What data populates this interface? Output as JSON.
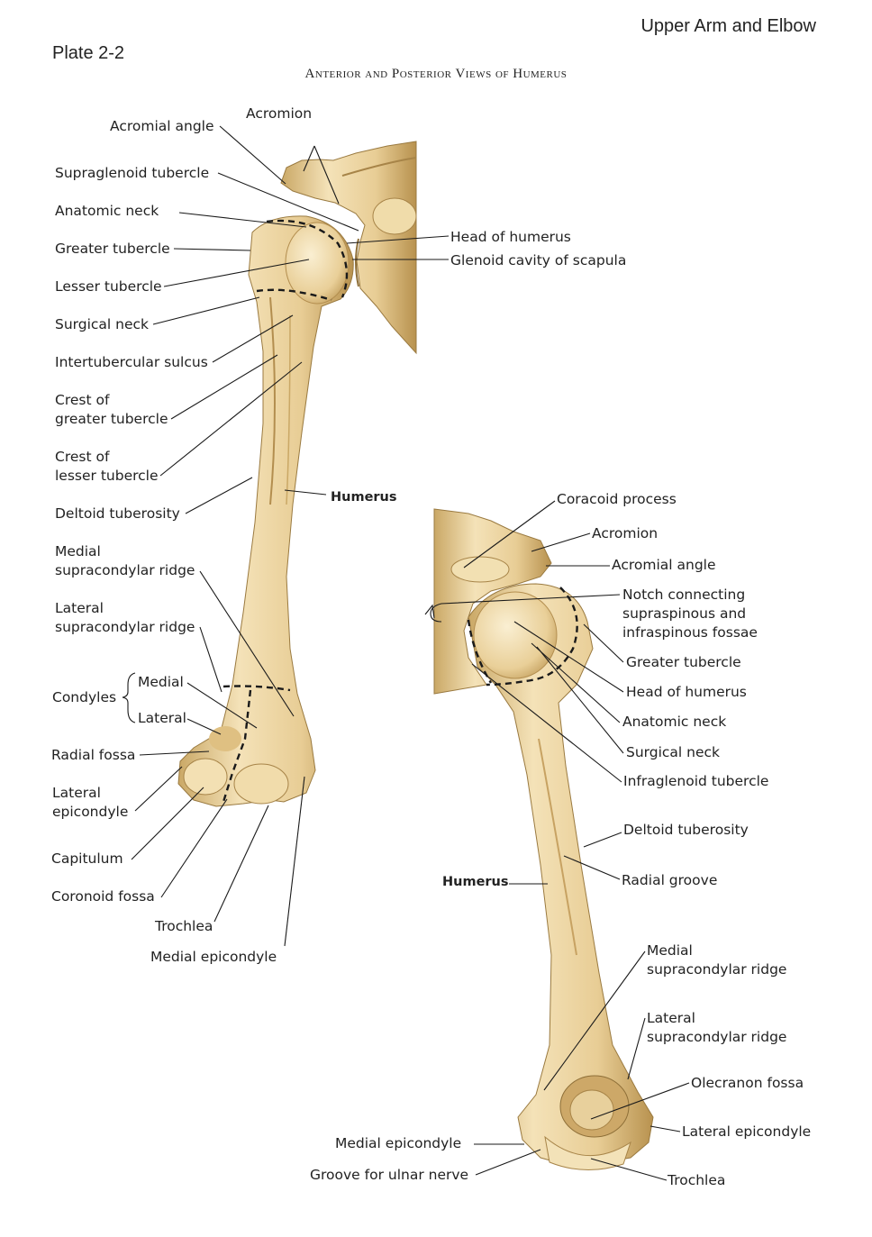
{
  "header": {
    "section": "Upper Arm and Elbow",
    "plate": "Plate 2-2",
    "title": "Anterior and Posterior Views of Humerus"
  },
  "colors": {
    "bone": "#e9cf98",
    "bone_shadow": "#c9a868",
    "bone_light": "#f6e7c2",
    "line": "#1a1a1a"
  },
  "anterior": {
    "acromial_angle": "Acromial angle",
    "acromion": "Acromion",
    "supraglenoid_tubercle": "Supraglenoid tubercle",
    "anatomic_neck": "Anatomic neck",
    "greater_tubercle": "Greater tubercle",
    "lesser_tubercle": "Lesser tubercle",
    "surgical_neck": "Surgical neck",
    "intertubercular_sulcus": "Intertubercular sulcus",
    "crest_greater_1": "Crest of",
    "crest_greater_2": "greater tubercle",
    "crest_lesser_1": "Crest of",
    "crest_lesser_2": "lesser tubercle",
    "deltoid_tuberosity": "Deltoid tuberosity",
    "medial_ridge_1": "Medial",
    "medial_ridge_2": "supracondylar ridge",
    "lateral_ridge_1": "Lateral",
    "lateral_ridge_2": "supracondylar ridge",
    "condyles": "Condyles",
    "medial": "Medial",
    "lateral": "Lateral",
    "radial_fossa": "Radial fossa",
    "lateral_epicondyle_1": "Lateral",
    "lateral_epicondyle_2": "epicondyle",
    "capitulum": "Capitulum",
    "coronoid_fossa": "Coronoid fossa",
    "trochlea": "Trochlea",
    "medial_epicondyle": "Medial epicondyle",
    "head_of_humerus": "Head of humerus",
    "glenoid_cavity": "Glenoid cavity of scapula",
    "humerus": "Humerus"
  },
  "posterior": {
    "coracoid_process": "Coracoid process",
    "acromion": "Acromion",
    "acromial_angle": "Acromial angle",
    "notch_1": "Notch connecting",
    "notch_2": "supraspinous and",
    "notch_3": "infraspinous fossae",
    "greater_tubercle": "Greater tubercle",
    "head_of_humerus": "Head of humerus",
    "anatomic_neck": "Anatomic neck",
    "surgical_neck": "Surgical neck",
    "infraglenoid_tubercle": "Infraglenoid tubercle",
    "deltoid_tuberosity": "Deltoid tuberosity",
    "radial_groove": "Radial groove",
    "humerus": "Humerus",
    "medial_ridge_1": "Medial",
    "medial_ridge_2": "supracondylar ridge",
    "lateral_ridge_1": "Lateral",
    "lateral_ridge_2": "supracondylar ridge",
    "olecranon_fossa": "Olecranon fossa",
    "medial_epicondyle": "Medial epicondyle",
    "lateral_epicondyle": "Lateral epicondyle",
    "groove_ulnar_nerve": "Groove for ulnar nerve",
    "trochlea": "Trochlea"
  }
}
